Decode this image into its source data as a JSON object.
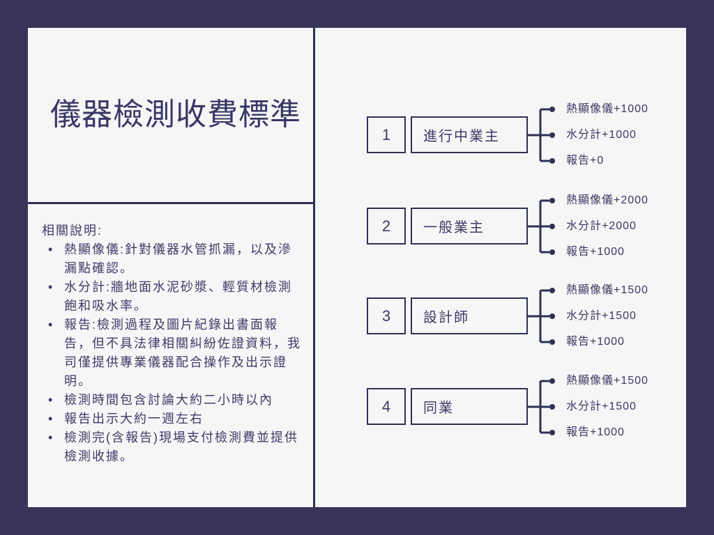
{
  "colors": {
    "background": "#383459",
    "panel": "#f6f6f7",
    "ink_lines": "#2e3054",
    "text": "#3e3a66"
  },
  "left": {
    "title": "儀器檢測收費標準",
    "notes_heading": "相關說明:",
    "notes": [
      "熱顯像儀:針對儀器水管抓漏，以及滲漏點確認。",
      "水分計:牆地面水泥砂漿、輕質材檢測飽和吸水率。",
      "報告:檢測過程及圖片紀錄出書面報告，但不具法律相關糾紛佐證資料，我司僅提供專業儀器配合操作及出示證明。",
      "檢測時間包含討論大約二小時以內",
      "報告出示大約一週左右",
      "檢測完(含報告)現場支付檢測費並提供檢測收據。"
    ]
  },
  "pricing": {
    "rows": [
      {
        "number": "1",
        "label": "進行中業主",
        "branches": [
          "熱顯像儀+1000",
          "水分計+1000",
          "報告+0"
        ]
      },
      {
        "number": "2",
        "label": "一般業主",
        "branches": [
          "熱顯像儀+2000",
          "水分計+2000",
          "報告+1000"
        ]
      },
      {
        "number": "3",
        "label": "設計師",
        "branches": [
          "熱顯像儀+1500",
          "水分計+1500",
          "報告+1000"
        ]
      },
      {
        "number": "4",
        "label": "同業",
        "branches": [
          "熱顯像儀+1500",
          "水分計+1500",
          "報告+1000"
        ]
      }
    ]
  }
}
